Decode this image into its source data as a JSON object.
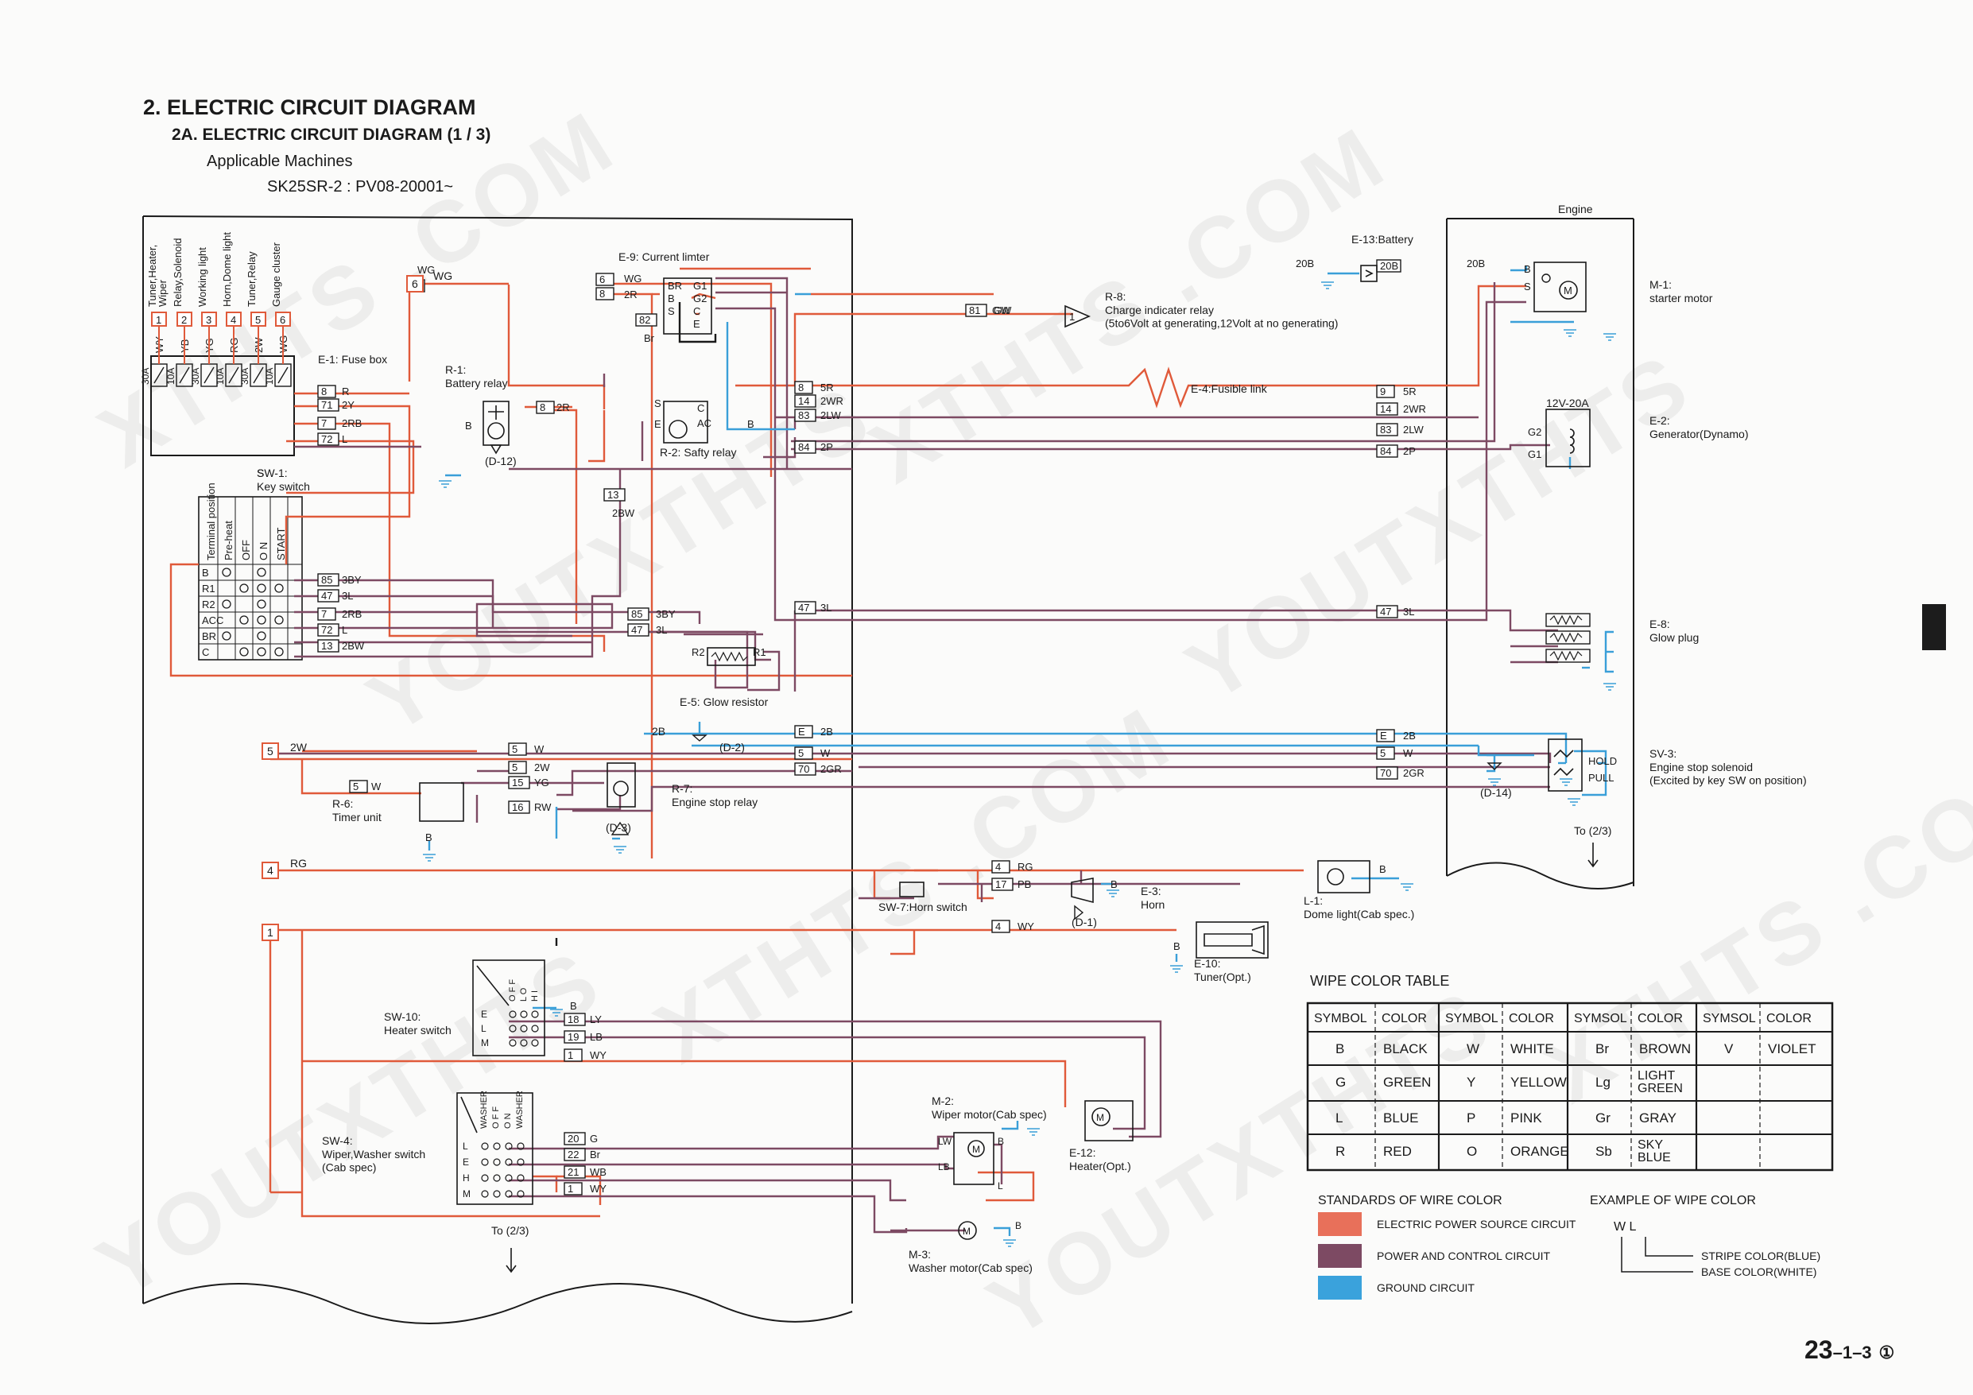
{
  "header": {
    "title": "2.  ELECTRIC CIRCUIT DIAGRAM",
    "subtitle": "2A.  ELECTRIC CIRCUIT DIAGRAM (1 / 3)",
    "applicable_label": "Applicable Machines",
    "machine": "SK25SR-2 : PV08-20001~"
  },
  "page_number": {
    "main": "23",
    "sub": "–1–3",
    "rev": "①"
  },
  "watermark": [
    "YOUTXTHTS",
    "XTHTS .COM"
  ],
  "colors": {
    "power": "#e05a3a",
    "control": "#7d4a63",
    "ground": "#3a9fd8",
    "line": "#1a1a1a"
  },
  "components": {
    "fuse_box": "E-1: Fuse box",
    "battery_relay": "R-1:\nBattery relay",
    "d12": "(D-12)",
    "current_limiter": "E-9: Current limter",
    "safety_relay": "R-2: Safty relay",
    "charge_relay": "R-8:\nCharge indicater relay\n(5to6Volt at generating,12Volt at no generating)",
    "fusible_link": "E-4:Fusible link",
    "battery": "E-13:Battery",
    "engine": "Engine",
    "starter": "M-1:\nstarter motor",
    "generator": "E-2:\nGenerator(Dynamo)",
    "generator_rating": "12V-20A",
    "key_switch": "SW-1:\nKey switch",
    "glow_resistor": "E-5: Glow resistor",
    "glow_plug": "E-8:\nGlow plug",
    "engine_stop_relay": "R-7:\nEngine stop relay",
    "timer_unit": "R-6:\nTimer unit",
    "d2": "(D-2)",
    "d3": "(D-3)",
    "d14": "(D-14)",
    "solenoid": "SV-3:\nEngine stop solenoid\n(Excited by key SW  on position)",
    "hold": "HOLD",
    "pull": "PULL",
    "to_2_3_right": "To (2/3)",
    "horn_switch": "SW-7:Horn switch",
    "horn": "E-3:\nHorn",
    "d1": "(D-1)",
    "dome_light": "L-1:\nDome light(Cab spec.)",
    "tuner": "E-10:\nTuner(Opt.)",
    "heater_switch": "SW-10:\nHeater switch",
    "heater": "E-12:\nHeater(Opt.)",
    "wiper_switch": "SW-4:\nWiper,Washer switch\n(Cab spec)",
    "wiper_motor": "M-2:\nWiper motor(Cab spec)",
    "washer_motor": "M-3:\nWasher motor(Cab spec)",
    "to_2_3_left": "To (2/3)",
    "charge_wire": "1",
    "charge_wire_label": "GW"
  },
  "fuses": {
    "headers": [
      "Tuner,Heater,\nWiper",
      "Relay,Solenoid",
      "Working light",
      "Horn,Dome light",
      "Tuner,Relay",
      "Gauge cluster"
    ],
    "numbers": [
      "1",
      "2",
      "3",
      "4",
      "5",
      "6"
    ],
    "wires": [
      "WY",
      "YB",
      "YG",
      "RG",
      "2W",
      "WG"
    ],
    "ratings": [
      "30A",
      "10A",
      "30A",
      "10A",
      "30A",
      "10A"
    ]
  },
  "keyswitch": {
    "headers": [
      "Terminal position",
      "Pre-heat",
      "OFF",
      "O N",
      "START"
    ],
    "rows": [
      "B",
      "R1",
      "R2",
      "ACC",
      "BR",
      "C"
    ]
  },
  "heater_switch_table": {
    "headers": [
      "O F F",
      "L O",
      "H I"
    ],
    "rows": [
      "E",
      "L",
      "M"
    ]
  },
  "wiper_switch_table": {
    "headers": [
      "WASHER",
      "O F F",
      "O N",
      "WASHER"
    ],
    "rows": [
      "L",
      "E",
      "H",
      "M"
    ]
  },
  "wire_table": {
    "title": "WIPE COLOR TABLE",
    "headers": [
      "SYMBOL",
      "COLOR",
      "SYMBOL",
      "COLOR",
      "SYMSOL",
      "COLOR",
      "SYMSOL",
      "COLOR"
    ],
    "rows": [
      [
        "B",
        "BLACK",
        "W",
        "WHITE",
        "Br",
        "BROWN",
        "V",
        "VIOLET"
      ],
      [
        "G",
        "GREEN",
        "Y",
        "YELLOW",
        "Lg",
        "LIGHT\nGREEN",
        "",
        ""
      ],
      [
        "L",
        "BLUE",
        "P",
        "PINK",
        "Gr",
        "GRAY",
        "",
        ""
      ],
      [
        "R",
        "RED",
        "O",
        "ORANGE",
        "Sb",
        "SKY\nBLUE",
        "",
        ""
      ]
    ]
  },
  "standards": {
    "title": "STANDARDS OF WIRE COLOR",
    "items": [
      {
        "label": "ELECTRIC POWER SOURCE CIRCUIT",
        "color": "#e8705a"
      },
      {
        "label": "POWER AND CONTROL CIRCUIT",
        "color": "#7d4a63"
      },
      {
        "label": "GROUND CIRCUIT",
        "color": "#3aa2dc"
      }
    ]
  },
  "example": {
    "title": "EXAMPLE OF WIPE COLOR",
    "code": "W  L",
    "stripe": "STRIPE COLOR(BLUE)",
    "base": "BASE COLOR(WHITE)"
  }
}
